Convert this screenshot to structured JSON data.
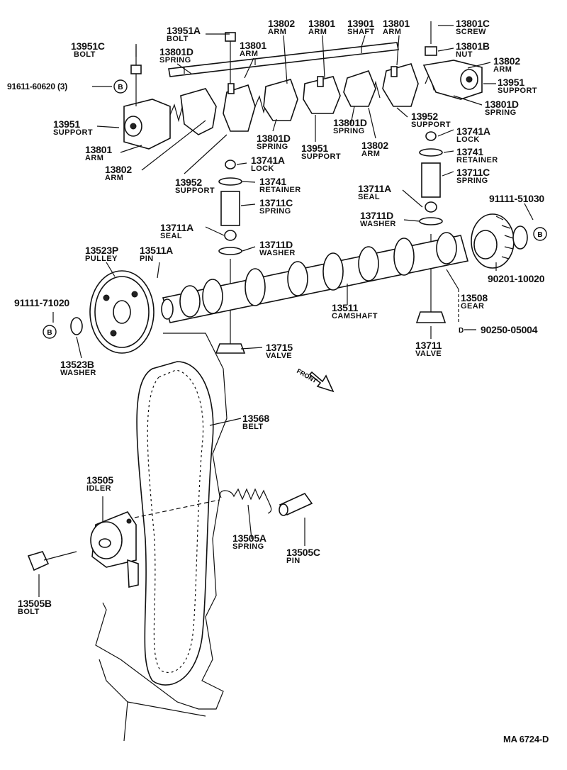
{
  "diagram_id": "MA 6724-D",
  "parts": [
    {
      "id": "p_13951C",
      "number": "13951C",
      "name": "BOLT"
    },
    {
      "id": "p_13951A",
      "number": "13951A",
      "name": "BOLT"
    },
    {
      "id": "p_13801D_top",
      "number": "13801D",
      "name": "SPRING"
    },
    {
      "id": "p_13801_top_arm",
      "number": "13801",
      "name": "ARM"
    },
    {
      "id": "p_13802_top",
      "number": "13802",
      "name": "ARM"
    },
    {
      "id": "p_13801_arm_b",
      "number": "13801",
      "name": "ARM"
    },
    {
      "id": "p_13901",
      "number": "13901",
      "name": "SHAFT"
    },
    {
      "id": "p_13801_arm_c",
      "number": "13801",
      "name": "ARM"
    },
    {
      "id": "p_13801C",
      "number": "13801C",
      "name": "SCREW"
    },
    {
      "id": "p_13801B",
      "number": "13801B",
      "name": "NUT"
    },
    {
      "id": "p_13802_right",
      "number": "13802",
      "name": "ARM"
    },
    {
      "id": "p_13951_right",
      "number": "13951",
      "name": "SUPPORT"
    },
    {
      "id": "p_13801D_right",
      "number": "13801D",
      "name": "SPRING"
    },
    {
      "id": "p_91611",
      "number": "91611-60620 (3)",
      "name": ""
    },
    {
      "id": "p_13951_left",
      "number": "13951",
      "name": "SUPPORT"
    },
    {
      "id": "p_13801_left",
      "number": "13801",
      "name": "ARM"
    },
    {
      "id": "p_13802_left",
      "number": "13802",
      "name": "ARM"
    },
    {
      "id": "p_13952_left",
      "number": "13952",
      "name": "SUPPORT"
    },
    {
      "id": "p_13801D_mid",
      "number": "13801D",
      "name": "SPRING"
    },
    {
      "id": "p_13951_mid",
      "number": "13951",
      "name": "SUPPORT"
    },
    {
      "id": "p_13801D_mid2",
      "number": "13801D",
      "name": "SPRING"
    },
    {
      "id": "p_13802_mid",
      "number": "13802",
      "name": "ARM"
    },
    {
      "id": "p_13952_right",
      "number": "13952",
      "name": "SUPPORT"
    },
    {
      "id": "p_13741A_right",
      "number": "13741A",
      "name": "LOCK"
    },
    {
      "id": "p_13741_right",
      "number": "13741",
      "name": "RETAINER"
    },
    {
      "id": "p_13711C_right",
      "number": "13711C",
      "name": "SPRING"
    },
    {
      "id": "p_13741A_left",
      "number": "13741A",
      "name": "LOCK"
    },
    {
      "id": "p_13741_left",
      "number": "13741",
      "name": "RETAINER"
    },
    {
      "id": "p_13711C_left",
      "number": "13711C",
      "name": "SPRING"
    },
    {
      "id": "p_13711A_right",
      "number": "13711A",
      "name": "SEAL"
    },
    {
      "id": "p_91111_51030",
      "number": "91111-51030",
      "name": ""
    },
    {
      "id": "p_13711D_right",
      "number": "13711D",
      "name": "WASHER"
    },
    {
      "id": "p_13711A_left",
      "number": "13711A",
      "name": "SEAL"
    },
    {
      "id": "p_13711D_left",
      "number": "13711D",
      "name": "WASHER"
    },
    {
      "id": "p_13523P",
      "number": "13523P",
      "name": "PULLEY"
    },
    {
      "id": "p_13511A",
      "number": "13511A",
      "name": "PIN"
    },
    {
      "id": "p_90201",
      "number": "90201-10020",
      "name": ""
    },
    {
      "id": "p_91111_71020",
      "number": "91111-71020",
      "name": ""
    },
    {
      "id": "p_13508",
      "number": "13508",
      "name": "GEAR"
    },
    {
      "id": "p_13511",
      "number": "13511",
      "name": "CAMSHAFT"
    },
    {
      "id": "p_90250",
      "number": "90250-05004",
      "name": ""
    },
    {
      "id": "p_13523B",
      "number": "13523B",
      "name": "WASHER"
    },
    {
      "id": "p_13715",
      "number": "13715",
      "name": "VALVE"
    },
    {
      "id": "p_13711",
      "number": "13711",
      "name": "VALVE"
    },
    {
      "id": "p_13568",
      "number": "13568",
      "name": "BELT"
    },
    {
      "id": "p_13505",
      "number": "13505",
      "name": "IDLER"
    },
    {
      "id": "p_13505A",
      "number": "13505A",
      "name": "SPRING"
    },
    {
      "id": "p_13505C",
      "number": "13505C",
      "name": "PIN"
    },
    {
      "id": "p_13505B",
      "number": "13505B",
      "name": "BOLT"
    }
  ],
  "markers": {
    "b": "B",
    "d": "D"
  },
  "front_label": "FRONT"
}
